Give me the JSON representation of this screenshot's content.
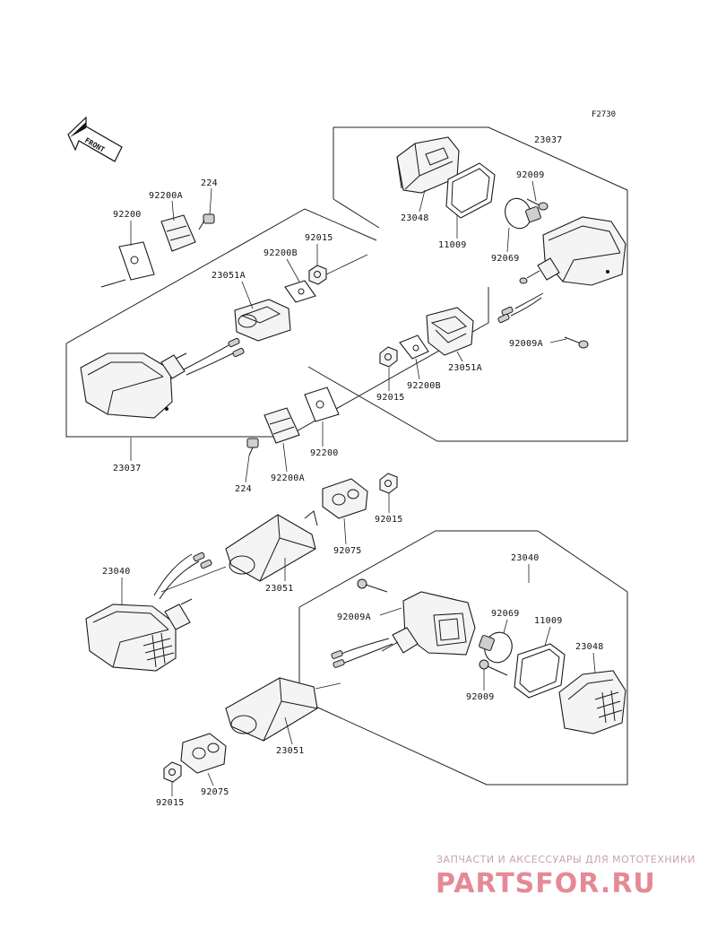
{
  "figure_code": "F2730",
  "front_label": "FRONT",
  "watermark": {
    "subtitle": "ЗАПЧАСТИ И АКСЕССУАРЫ ДЛЯ МОТОТЕХНИКИ",
    "brand": "PARTSFOR.RU"
  },
  "part_labels": {
    "p23037_top": "23037",
    "p23048_top": "23048",
    "p11009_top": "11009",
    "p92009_top": "92009",
    "p92069_top": "92069",
    "p92009A_top": "92009A",
    "p23051A_right": "23051A",
    "p92200B_right": "92200B",
    "p92015_right": "92015",
    "p224_top": "224",
    "p92200A_top": "92200A",
    "p92200_top": "92200",
    "p92015_left": "92015",
    "p92200B_left": "92200B",
    "p23051A_left": "23051A",
    "p23037_left": "23037",
    "p92200_mid": "92200",
    "p92200A_mid": "92200A",
    "p224_mid": "224",
    "p92015_mid": "92015",
    "p92075_mid": "92075",
    "p23051_mid": "23051",
    "p23040_left": "23040",
    "p23040_right": "23040",
    "p92009A_bottom": "92009A",
    "p92069_bottom": "92069",
    "p11009_bottom": "11009",
    "p23048_bottom": "23048",
    "p92009_bottom": "92009",
    "p23051_bottom": "23051",
    "p92075_bottom": "92075",
    "p92015_bottom": "92015"
  }
}
